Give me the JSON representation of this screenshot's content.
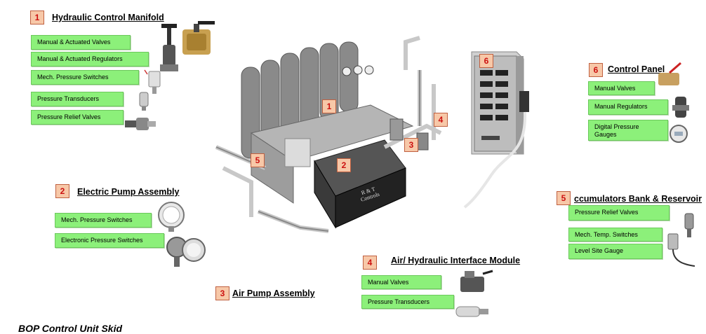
{
  "caption": "BOP Control Unit Skid",
  "sections": [
    {
      "num": "1",
      "title": "Hydraulic Control Manifold",
      "items": [
        "Manual & Actuated Valves",
        "Manual & Actuated Regulators",
        "Mech. Pressure Switches",
        "Pressure Transducers",
        "Pressure Relief Valves"
      ]
    },
    {
      "num": "2",
      "title": "Electric Pump Assembly",
      "items": [
        "Mech. Pressure Switches",
        "Electronic Pressure Switches"
      ]
    },
    {
      "num": "3",
      "title": "Air Pump Assembly",
      "items": []
    },
    {
      "num": "4",
      "title": "Air/ Hydraulic Interface Module",
      "items": [
        "Manual Valves",
        "Pressure Transducers"
      ]
    },
    {
      "num": "5",
      "title": "ccumulators Bank & Reservoir",
      "items": [
        "Pressure Relief Valves",
        "Mech. Temp. Switches",
        "Level Site Gauge"
      ]
    },
    {
      "num": "6",
      "title": "Control Panel",
      "items": [
        "Manual Valves",
        "Manual Regulators",
        "Digital Pressure Gauges"
      ]
    }
  ],
  "skid_markers": [
    "1",
    "2",
    "3",
    "4",
    "5",
    "6"
  ],
  "pump_label": "R & T Controls",
  "colors": {
    "item_box": "#8cf07a",
    "marker_fill": "#f7c8a8",
    "marker_text": "#cc1010"
  }
}
